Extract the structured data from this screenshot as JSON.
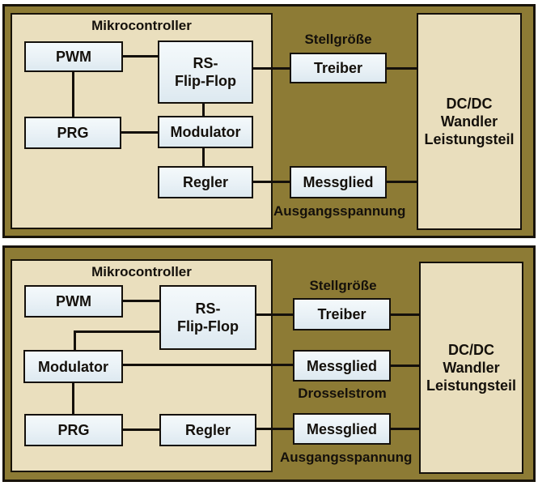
{
  "colors": {
    "page_background": "#ffffff",
    "panel_background": "#8d7b35",
    "panel_border": "#181309",
    "mikrocontroller_background": "#eadfbe",
    "block_fill": "#e9f1f6",
    "wire_and_border": "#14100b",
    "text": "#14100b"
  },
  "top_diagram": {
    "mikrocontroller_label": "Mikrocontroller",
    "blocks": {
      "pwm": "PWM",
      "rs_flip_flop": "RS-\nFlip-Flop",
      "prg": "PRG",
      "modulator": "Modulator",
      "regler": "Regler",
      "treiber": "Treiber",
      "messglied": "Messglied",
      "dcdc": "DC/DC\nWandler\nLeistungsteil"
    },
    "labels": {
      "stellgroesse": "Stellgröße",
      "ausgangsspannung": "Ausgangsspannung"
    }
  },
  "bottom_diagram": {
    "mikrocontroller_label": "Mikrocontroller",
    "blocks": {
      "pwm": "PWM",
      "rs_flip_flop": "RS-\nFlip-Flop",
      "modulator": "Modulator",
      "prg": "PRG",
      "regler": "Regler",
      "treiber": "Treiber",
      "messglied_strom": "Messglied",
      "messglied_spannung": "Messglied",
      "dcdc": "DC/DC\nWandler\nLeistungsteil"
    },
    "labels": {
      "stellgroesse": "Stellgröße",
      "drosselstrom": "Drosselstrom",
      "ausgangsspannung": "Ausgangsspannung"
    }
  }
}
